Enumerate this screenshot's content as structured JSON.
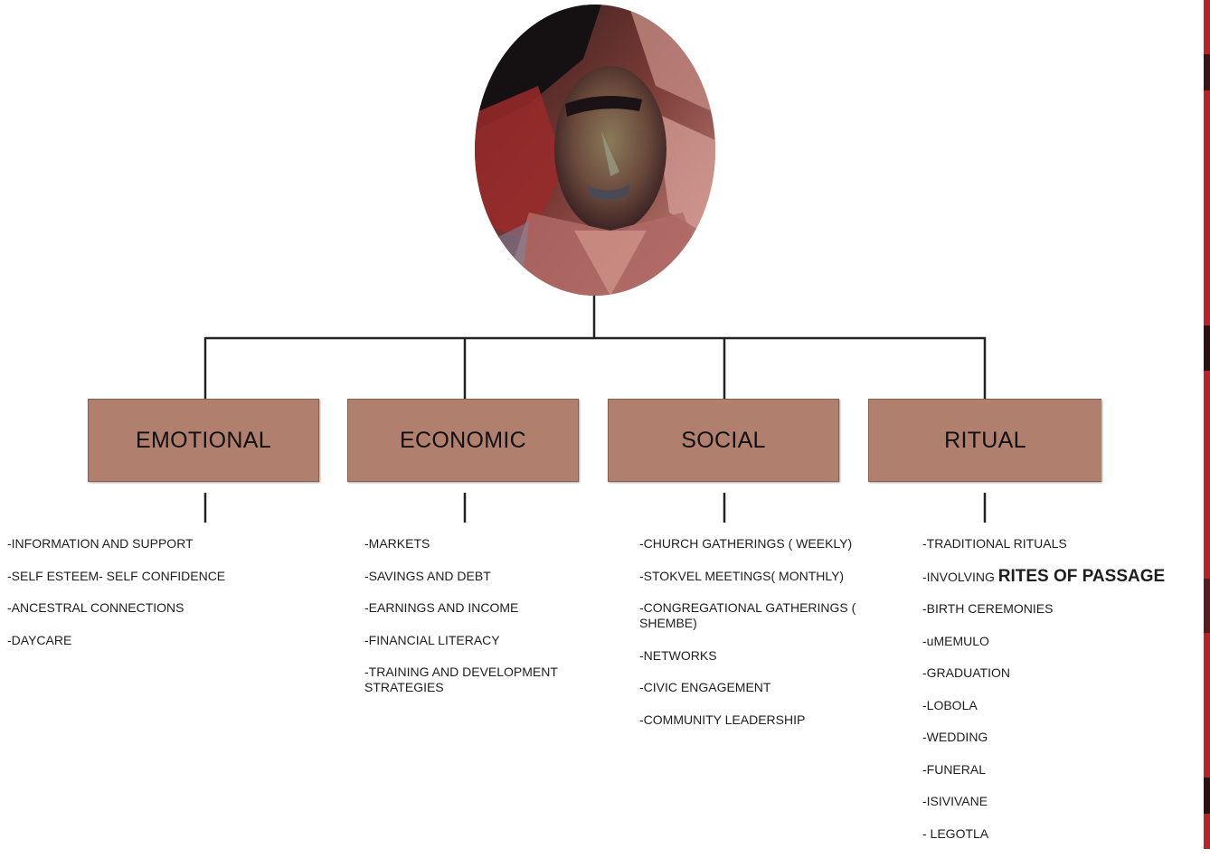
{
  "categories": [
    {
      "label": "EMOTIONAL",
      "items": [
        "-INFORMATION AND SUPPORT",
        "-SELF ESTEEM- SELF CONFIDENCE",
        "-ANCESTRAL CONNECTIONS",
        "-DAYCARE"
      ]
    },
    {
      "label": "ECONOMIC",
      "items": [
        "-MARKETS",
        "-SAVINGS AND DEBT",
        "-EARNINGS AND INCOME",
        "-FINANCIAL LITERACY",
        "-TRAINING AND DEVELOPMENT STRATEGIES"
      ]
    },
    {
      "label": "SOCIAL",
      "items": [
        "-CHURCH GATHERINGS ( WEEKLY)",
        "-STOKVEL MEETINGS( MONTHLY)",
        "-CONGREGATIONAL GATHERINGS ( SHEMBE)",
        "-NETWORKS",
        "-CIVIC ENGAGEMENT",
        "-COMMUNITY LEADERSHIP"
      ]
    },
    {
      "label": "RITUAL",
      "items": [
        "-TRADITIONAL RITUALS",
        "-INVOLVING ",
        "-BIRTH CEREMONIES",
        "-uMEMULO",
        "-GRADUATION",
        "-LOBOLA",
        "-WEDDING",
        "-FUNERAL",
        "-ISIVIVANE",
        "- LEGOTLA"
      ],
      "emphasis": "RITES OF PASSAGE"
    }
  ],
  "colors": {
    "box_fill": "#b07f6e",
    "connector": "#222222"
  }
}
